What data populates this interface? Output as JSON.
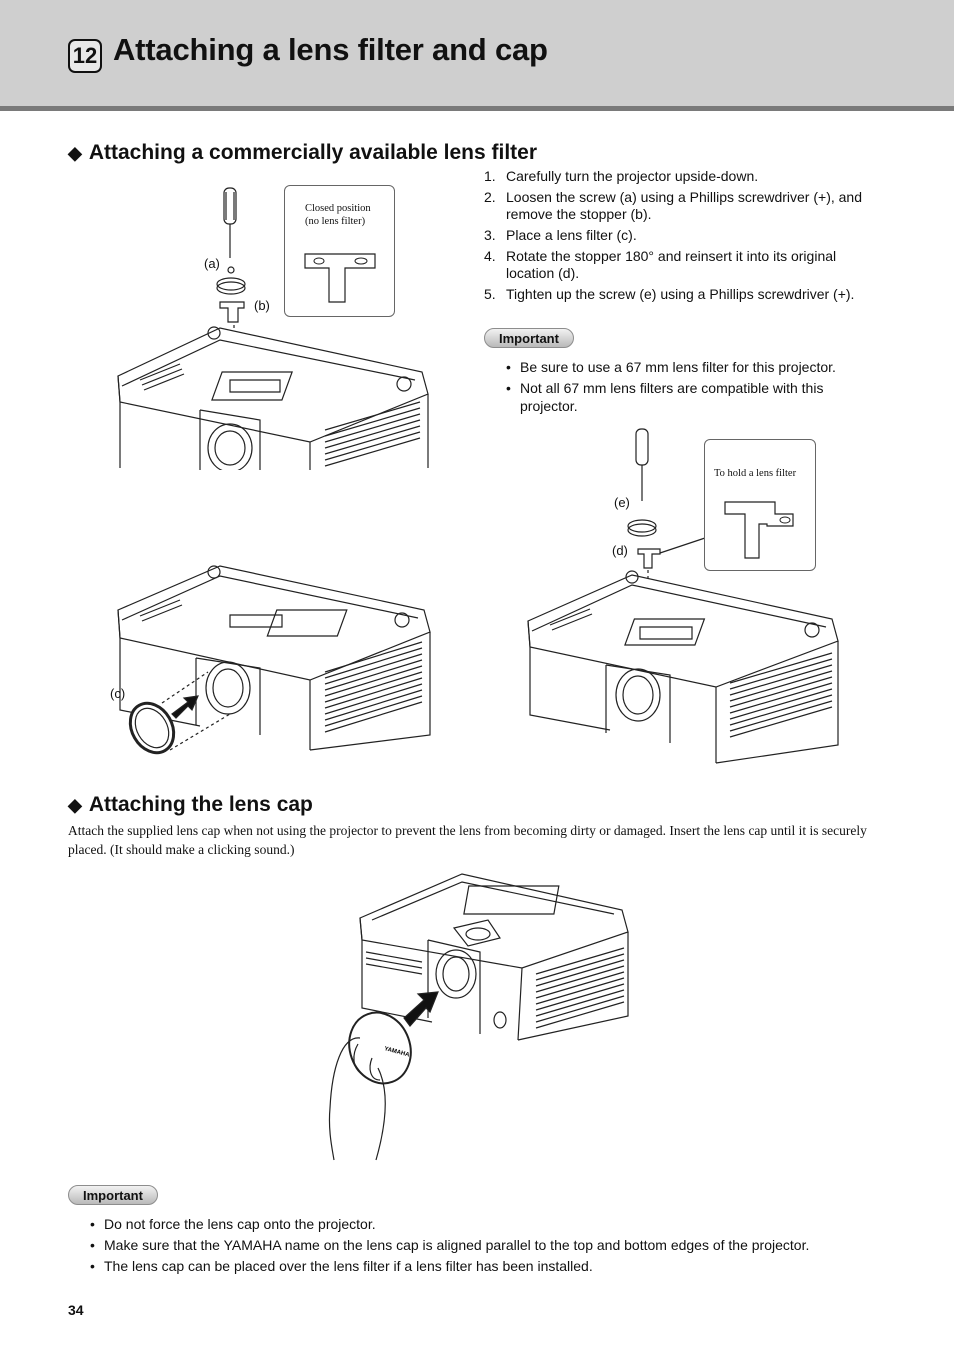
{
  "header": {
    "chapter_number": "12",
    "title": "Attaching a lens filter and cap"
  },
  "section_filter": {
    "heading": "Attaching a commercially available lens filter",
    "steps": [
      {
        "num": "1.",
        "text": "Carefully turn the projector upside-down."
      },
      {
        "num": "2.",
        "text": "Loosen the screw (a) using a Phillips screwdriver (+), and remove the stopper (b)."
      },
      {
        "num": "3.",
        "text": "Place a lens filter (c)."
      },
      {
        "num": "4.",
        "text": "Rotate the stopper 180° and reinsert it into its original location (d)."
      },
      {
        "num": "5.",
        "text": "Tighten up the screw (e) using a Phillips screwdriver (+)."
      }
    ],
    "important_label": "Important",
    "important_items": [
      "Be sure to use a 67 mm lens filter for this projector.",
      "Not all 67 mm lens filters are compatible with this projector."
    ],
    "figure1": {
      "label_a": "(a)",
      "label_b": "(b)",
      "callout_line1": "Closed position",
      "callout_line2": "(no lens filter)"
    },
    "figure2": {
      "label_c": "(c)"
    },
    "figure3": {
      "label_e": "(e)",
      "label_d": "(d)",
      "callout": "To hold a lens filter"
    }
  },
  "section_cap": {
    "heading": "Attaching the lens cap",
    "body": "Attach the supplied lens cap when not using the projector to prevent the lens from becoming dirty or damaged. Insert the lens cap until it is securely placed. (It should make a clicking sound.)",
    "cap_brand": "YAMAHA",
    "important_label": "Important",
    "important_items": [
      "Do not force the lens cap onto the projector.",
      "Make sure that the YAMAHA name on the lens cap is aligned parallel to the top and bottom edges of the projector.",
      "The lens cap can be placed over the lens filter if a lens filter has been installed."
    ]
  },
  "footer": {
    "page_number": "34"
  }
}
